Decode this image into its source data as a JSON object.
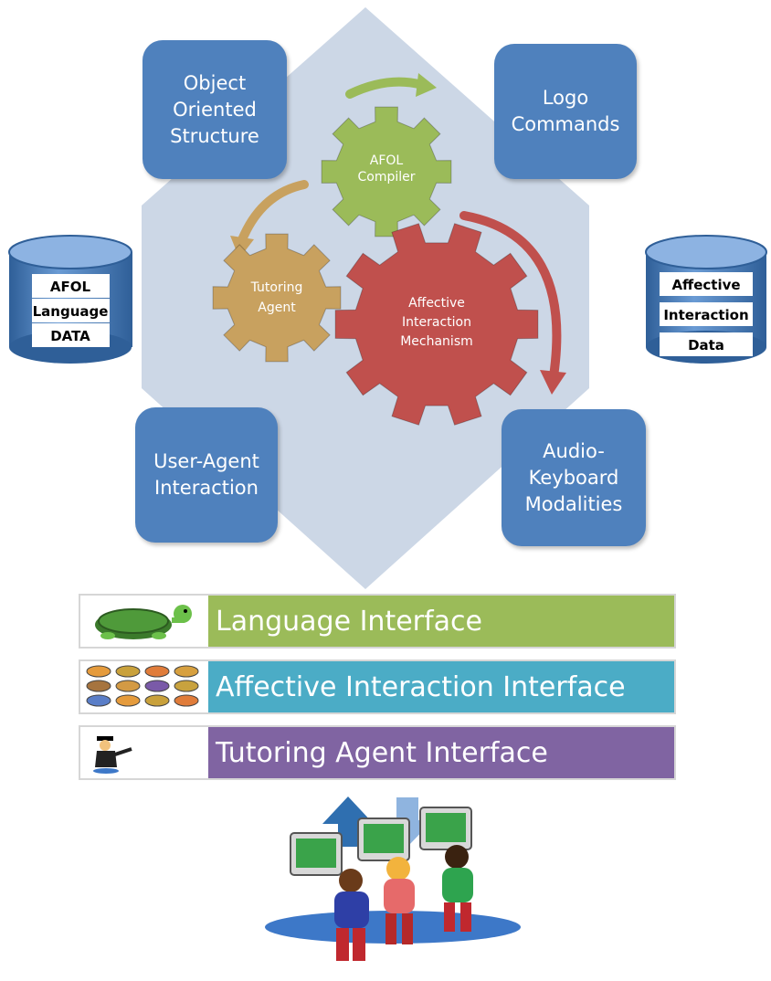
{
  "colors": {
    "hexagon": "#ccd7e6",
    "box": "#4f81bd",
    "gear_green": "#9bbb59",
    "gear_tan": "#c8a15f",
    "gear_red": "#c0504d",
    "arrow_green": "#9bbb59",
    "arrow_tan": "#c8a15f",
    "arrow_red": "#c0504d",
    "layer_language": "#9bbb59",
    "layer_affective": "#4bacc6",
    "layer_tutoring": "#8064a2",
    "cylinder": "#4f81bd",
    "cylinder_label_bg": "#ffffff"
  },
  "boxes": {
    "object_oriented": "Object\nOriented\nStructure",
    "logo_commands": "Logo\nCommands",
    "user_agent": "User-Agent\nInteraction",
    "audio_keyboard": "Audio-\nKeyboard\nModalities"
  },
  "gears": {
    "compiler": [
      "AFOL",
      "Compiler"
    ],
    "tutoring": [
      "Tutoring",
      "Agent"
    ],
    "affective": [
      "Affective",
      "Interaction",
      "Mechanism"
    ]
  },
  "databases": {
    "left": [
      "AFOL",
      "Language",
      "DATA"
    ],
    "right": [
      "Affective",
      "Interaction",
      "Data"
    ]
  },
  "layers": {
    "language": "Language Interface",
    "affective": "Affective Interaction Interface",
    "tutoring": "Tutoring Agent Interface"
  },
  "icons": {
    "turtle": "turtle-icon",
    "faces": "emotion-faces-icon",
    "agent": "tutor-agent-icon",
    "arrow_up": "arrow-up-icon",
    "arrow_down": "arrow-down-icon",
    "users": "users-at-computers-icon"
  }
}
